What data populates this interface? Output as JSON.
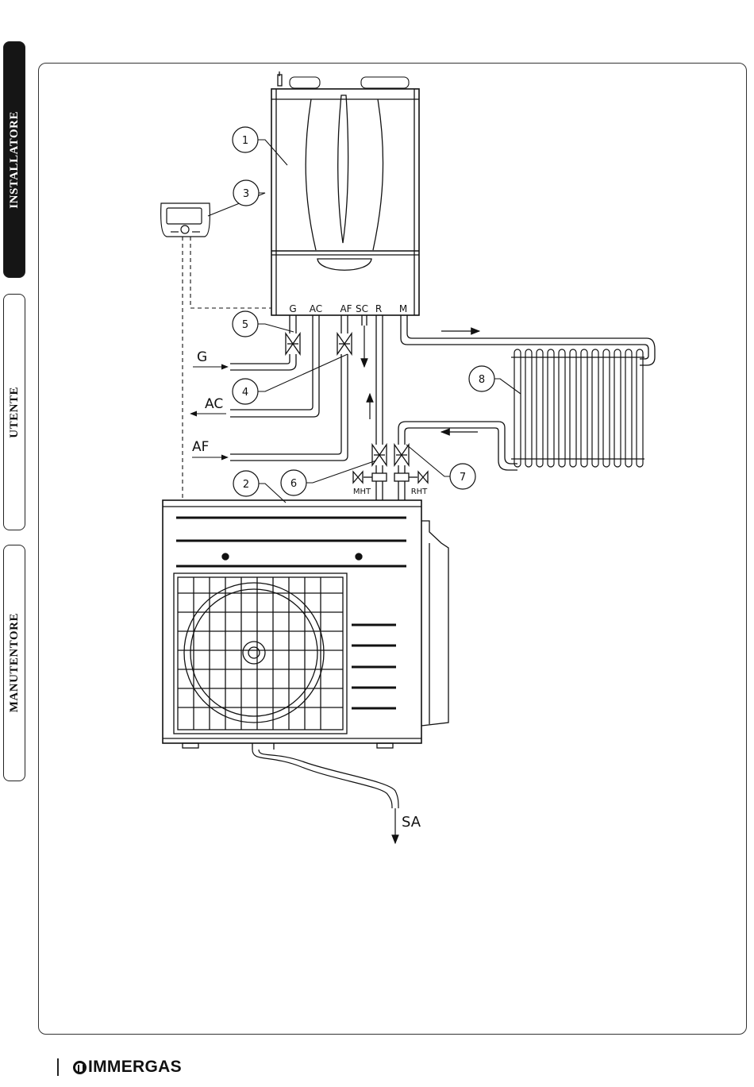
{
  "side_tabs": {
    "installatore": "INSTALLATORE",
    "utente": "UTENTE",
    "manutentore": "MANUTENTORE"
  },
  "callouts": {
    "c1": "1",
    "c2": "2",
    "c3": "3",
    "c4": "4",
    "c5": "5",
    "c6": "6",
    "c7": "7",
    "c8": "8"
  },
  "connections": {
    "g": "G",
    "ac": "AC",
    "af": "AF",
    "sc": "SC",
    "r": "R",
    "m": "M"
  },
  "pipe_labels": {
    "g": "G",
    "ac": "AC",
    "af": "AF",
    "sa": "SA",
    "mht": "MHT",
    "rht": "RHT"
  },
  "brand": {
    "name": "IMMERGAS"
  },
  "colors": {
    "line": "#111111",
    "tab_active": "#151515",
    "background": "#ffffff"
  }
}
